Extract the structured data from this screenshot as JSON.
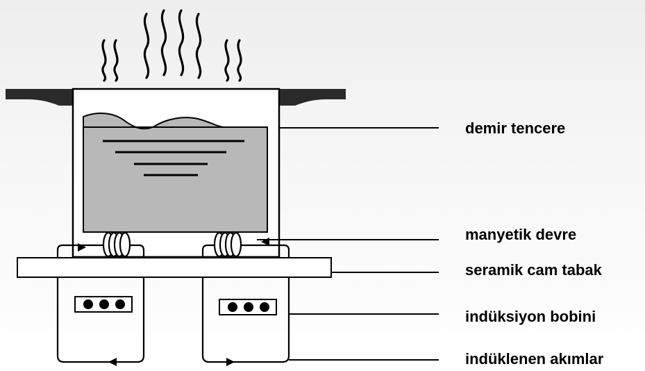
{
  "labels": {
    "pot": "demir tencere",
    "magnetic_circuit": "manyetik devre",
    "ceramic_glass": "seramik cam tabak",
    "induction_coil": "indüksiyon bobini",
    "induced_currents": "indüklenen akımlar"
  },
  "colors": {
    "line": "#000000",
    "water": "#b8b8b8",
    "countertop": "#2a2a2a",
    "background_top": "#eeeeee",
    "background_bottom": "#ffffff"
  }
}
